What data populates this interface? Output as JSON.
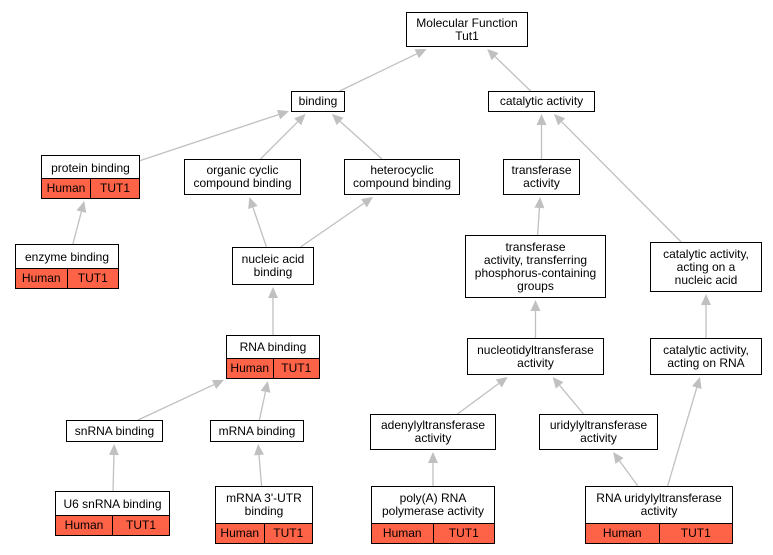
{
  "diagram": {
    "annotation_color": "#ff6347",
    "edge_color": "#c0c0c0",
    "nodes": {
      "mf": {
        "label": "Molecular Function\nTut1"
      },
      "binding": {
        "label": "binding"
      },
      "catalytic": {
        "label": "catalytic activity"
      },
      "protein_binding": {
        "label": "protein binding",
        "annotation": [
          "Human",
          "TUT1"
        ]
      },
      "organic_cyclic": {
        "label": "organic cyclic\ncompound binding"
      },
      "heterocyclic": {
        "label": "heterocyclic\ncompound binding"
      },
      "transferase": {
        "label": "transferase\nactivity"
      },
      "enzyme_binding": {
        "label": "enzyme binding",
        "annotation": [
          "Human",
          "TUT1"
        ]
      },
      "nucleic_acid_binding": {
        "label": "nucleic acid\nbinding"
      },
      "transferase_phosphorus": {
        "label": "transferase\nactivity, transferring\nphosphorus-containing\ngroups"
      },
      "catalytic_nucleic": {
        "label": "catalytic activity,\nacting on a\nnucleic acid"
      },
      "rna_binding": {
        "label": "RNA binding",
        "annotation": [
          "Human",
          "TUT1"
        ]
      },
      "nucleotidyltransferase": {
        "label": "nucleotidyltransferase\nactivity"
      },
      "catalytic_rna": {
        "label": "catalytic activity,\nacting on RNA"
      },
      "snrna_binding": {
        "label": "snRNA binding"
      },
      "mrna_binding": {
        "label": "mRNA binding"
      },
      "adenylyltransferase": {
        "label": "adenylyltransferase\nactivity"
      },
      "uridylyltransferase": {
        "label": "uridylyltransferase\nactivity"
      },
      "u6_snrna_binding": {
        "label": "U6 snRNA binding",
        "annotation": [
          "Human",
          "TUT1"
        ]
      },
      "mrna_3utr_binding": {
        "label": "mRNA 3'-UTR\nbinding",
        "annotation": [
          "Human",
          "TUT1"
        ]
      },
      "polya_polymerase": {
        "label": "poly(A) RNA\npolymerase activity",
        "annotation": [
          "Human",
          "TUT1"
        ]
      },
      "rna_uridylyltransferase": {
        "label": "RNA uridylyltransferase\nactivity",
        "annotation": [
          "Human",
          "TUT1"
        ]
      }
    },
    "edges": [
      [
        "binding",
        "mf"
      ],
      [
        "catalytic",
        "mf"
      ],
      [
        "protein_binding",
        "binding"
      ],
      [
        "organic_cyclic",
        "binding"
      ],
      [
        "heterocyclic",
        "binding"
      ],
      [
        "transferase",
        "catalytic"
      ],
      [
        "catalytic_nucleic",
        "catalytic"
      ],
      [
        "enzyme_binding",
        "protein_binding"
      ],
      [
        "nucleic_acid_binding",
        "organic_cyclic"
      ],
      [
        "nucleic_acid_binding",
        "heterocyclic"
      ],
      [
        "transferase_phosphorus",
        "transferase"
      ],
      [
        "rna_binding",
        "nucleic_acid_binding"
      ],
      [
        "nucleotidyltransferase",
        "transferase_phosphorus"
      ],
      [
        "catalytic_rna",
        "catalytic_nucleic"
      ],
      [
        "snrna_binding",
        "rna_binding"
      ],
      [
        "mrna_binding",
        "rna_binding"
      ],
      [
        "adenylyltransferase",
        "nucleotidyltransferase"
      ],
      [
        "uridylyltransferase",
        "nucleotidyltransferase"
      ],
      [
        "u6_snrna_binding",
        "snrna_binding"
      ],
      [
        "mrna_3utr_binding",
        "mrna_binding"
      ],
      [
        "polya_polymerase",
        "adenylyltransferase"
      ],
      [
        "rna_uridylyltransferase",
        "uridylyltransferase"
      ],
      [
        "rna_uridylyltransferase",
        "catalytic_rna"
      ]
    ]
  }
}
